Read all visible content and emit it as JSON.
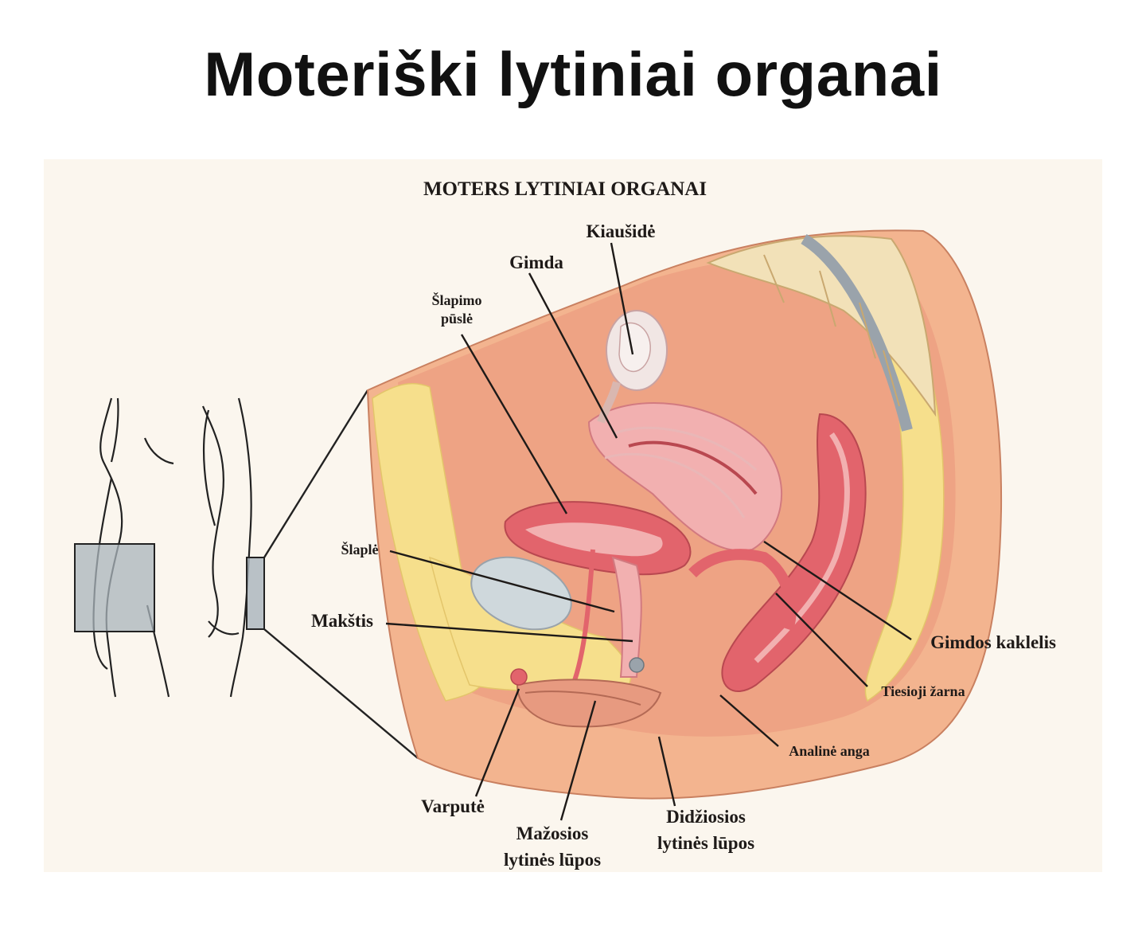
{
  "title": "Moteriški lytiniai organai",
  "figure_title": "MOTERS LYTINIAI ORGANAI",
  "colors": {
    "background": "#ffffff",
    "panel": "#fbf6ee",
    "skin": "#f3b48f",
    "tissue": "#eea384",
    "fat": "#f6df8c",
    "organ_pink": "#f2b0b0",
    "organ_red": "#e2646c",
    "bone": "#f2e1b8",
    "bladder": "#cfd8dc",
    "zoom_box": "#a9b4bb",
    "leader_line": "#1e1a18"
  },
  "labels": {
    "kiausides": "Kiaušidė",
    "gimda": "Gimda",
    "slapimo_1": "Šlapimo",
    "slapimo_2": "pūslė",
    "slaple": "Šlaplė",
    "makstis": "Makštis",
    "gimdos_kaklelis": "Gimdos kaklelis",
    "tiesioji_zarna": "Tiesioji žarna",
    "analine_anga": "Analinė anga",
    "varpute": "Varputė",
    "mazosios_1": "Mažosios",
    "mazosios_2": "lytinės lūpos",
    "didziosios_1": "Didžiosios",
    "didziosios_2": "lytinės lūpos"
  }
}
